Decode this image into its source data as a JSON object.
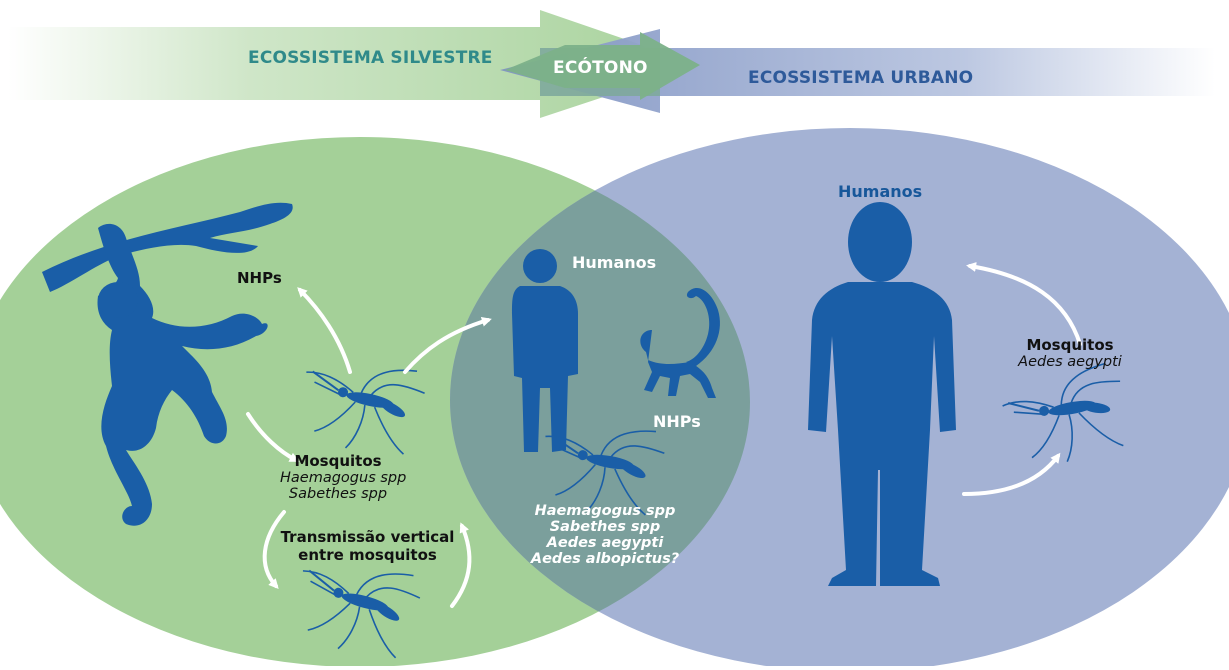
{
  "header": {
    "silvestre": "ECOSSISTEMA SILVESTRE",
    "ecotono": "ECÓTONO",
    "urbano": "ECOSSISTEMA URBANO"
  },
  "sylvatic": {
    "nhps": "NHPs",
    "mosquitos_title": "Mosquitos",
    "mosquitos_species": [
      "Haemagogus spp",
      "Sabethes spp"
    ],
    "vertical_line1": "Transmissão vertical",
    "vertical_line2": "entre mosquitos"
  },
  "ecotone": {
    "humanos": "Humanos",
    "nhps": "NHPs",
    "species": [
      "Haemagogus spp",
      "Sabethes spp",
      "Aedes aegypti",
      "Aedes albopictus?"
    ]
  },
  "urban": {
    "humanos": "Humanos",
    "mosquitos_title": "Mosquitos",
    "mosquitos_species": "Aedes aegypti"
  },
  "colors": {
    "green_ellipse": "#a3cf96",
    "blue_ellipse": "#a3b1d3",
    "overlap": "#7a9d9b",
    "silhouette": "#1a5ea7",
    "band_green_text": "#2f8a8a",
    "band_blue_text": "#2e5a9a"
  },
  "icons": [
    "monkey-on-branch-icon",
    "human-silhouette-icon",
    "monkey-icon",
    "mosquito-icon",
    "cycle-arrow-icon",
    "double-arrow-icon"
  ]
}
